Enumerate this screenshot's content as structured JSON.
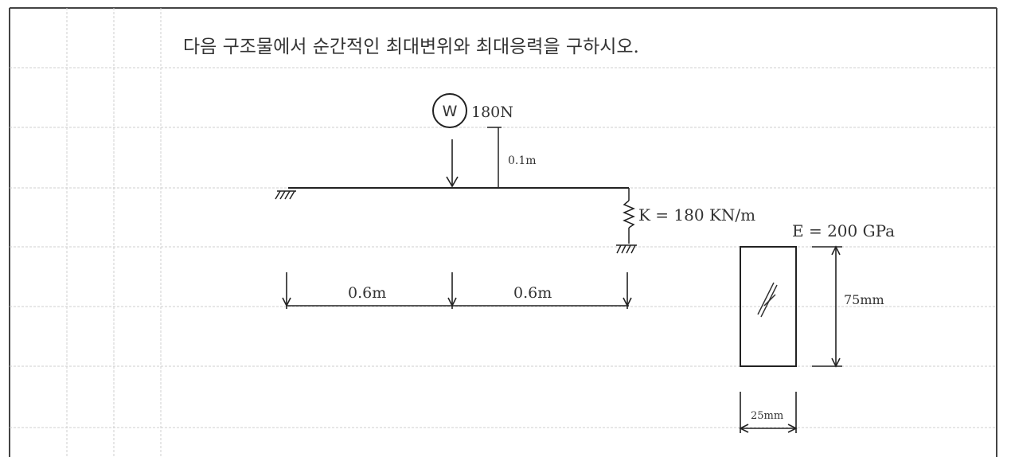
{
  "problem": {
    "text": "다음 구조물에서 순간적인 최대변위와 최대응력을 구하시오."
  },
  "beam": {
    "load_symbol": "W",
    "load_value": "180N",
    "drop_height": "0.1m",
    "spring_stiffness": "K = 180 KN/m",
    "span_left": "0.6m",
    "span_right": "0.6m"
  },
  "section": {
    "modulus": "E = 200 GPa",
    "height": "75mm",
    "width": "25mm"
  }
}
